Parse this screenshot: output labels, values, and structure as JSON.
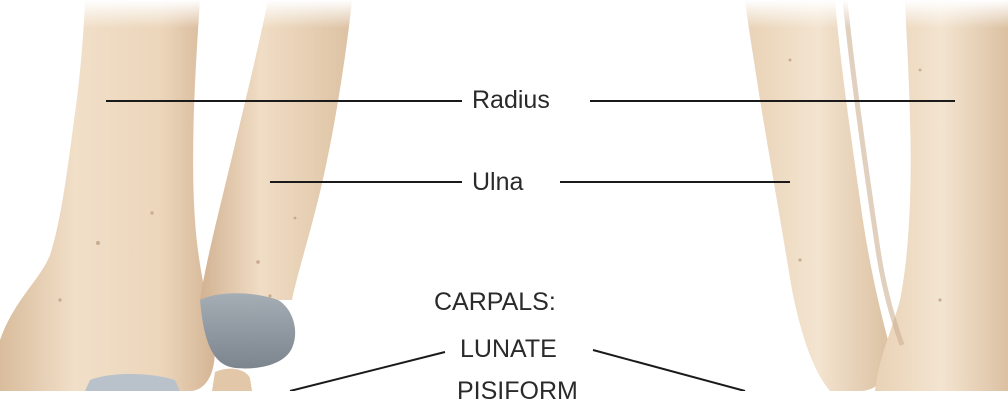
{
  "labels": {
    "radius": "Radius",
    "ulna": "Ulna",
    "carpals_heading": "CARPALS:",
    "lunate": "LUNATE",
    "pisiform": "PISIFORM"
  },
  "colors": {
    "bone_light": "#f3e2cc",
    "bone_mid": "#e6cdb0",
    "bone_shadow": "#c9ab8c",
    "cartilage": "#8f99a3",
    "leader_line": "#1a1a1a",
    "background": "#ffffff"
  }
}
